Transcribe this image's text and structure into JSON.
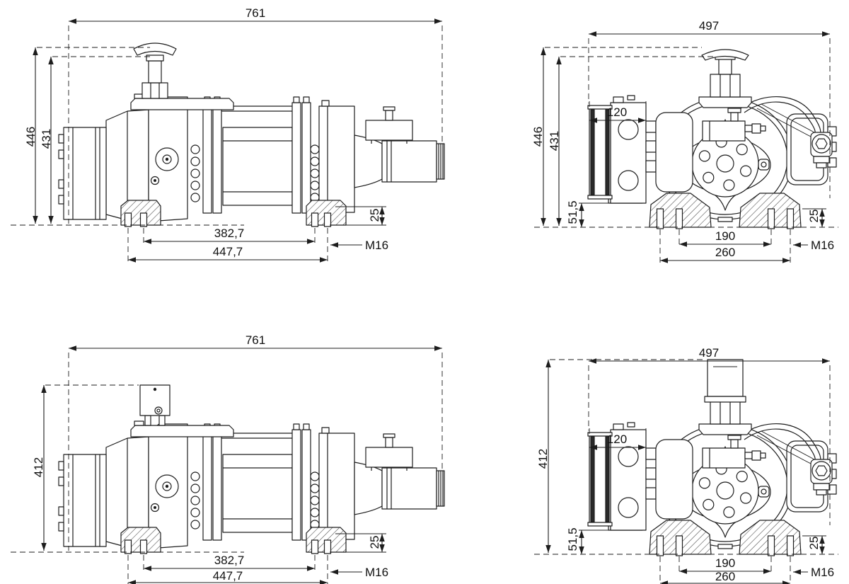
{
  "drawing": {
    "type": "technical-dimension-drawing",
    "subject": "hydraulic winch, four orthographic views",
    "line_color": "#1d1d1d",
    "background": "#ffffff"
  },
  "views": {
    "top_side": {
      "width": "761",
      "height_outer": "446",
      "height_inner": "431",
      "span_inner": "382,7",
      "span_outer": "447,7",
      "stud_height": "25",
      "thread": "M16"
    },
    "top_end": {
      "width": "497",
      "height_outer": "446",
      "height_inner": "431",
      "motor_width": "120",
      "base_height": "51,5",
      "stud_height": "25",
      "span_inner": "190",
      "span_outer": "260",
      "thread": "M16"
    },
    "bottom_side": {
      "width": "761",
      "height": "412",
      "span_inner": "382,7",
      "span_outer": "447,7",
      "stud_height": "25",
      "thread": "M16"
    },
    "bottom_end": {
      "width": "497",
      "height": "412",
      "motor_width": "120",
      "base_height": "51,5",
      "stud_height": "25",
      "span_inner": "190",
      "span_outer": "260",
      "thread": "M16"
    }
  }
}
